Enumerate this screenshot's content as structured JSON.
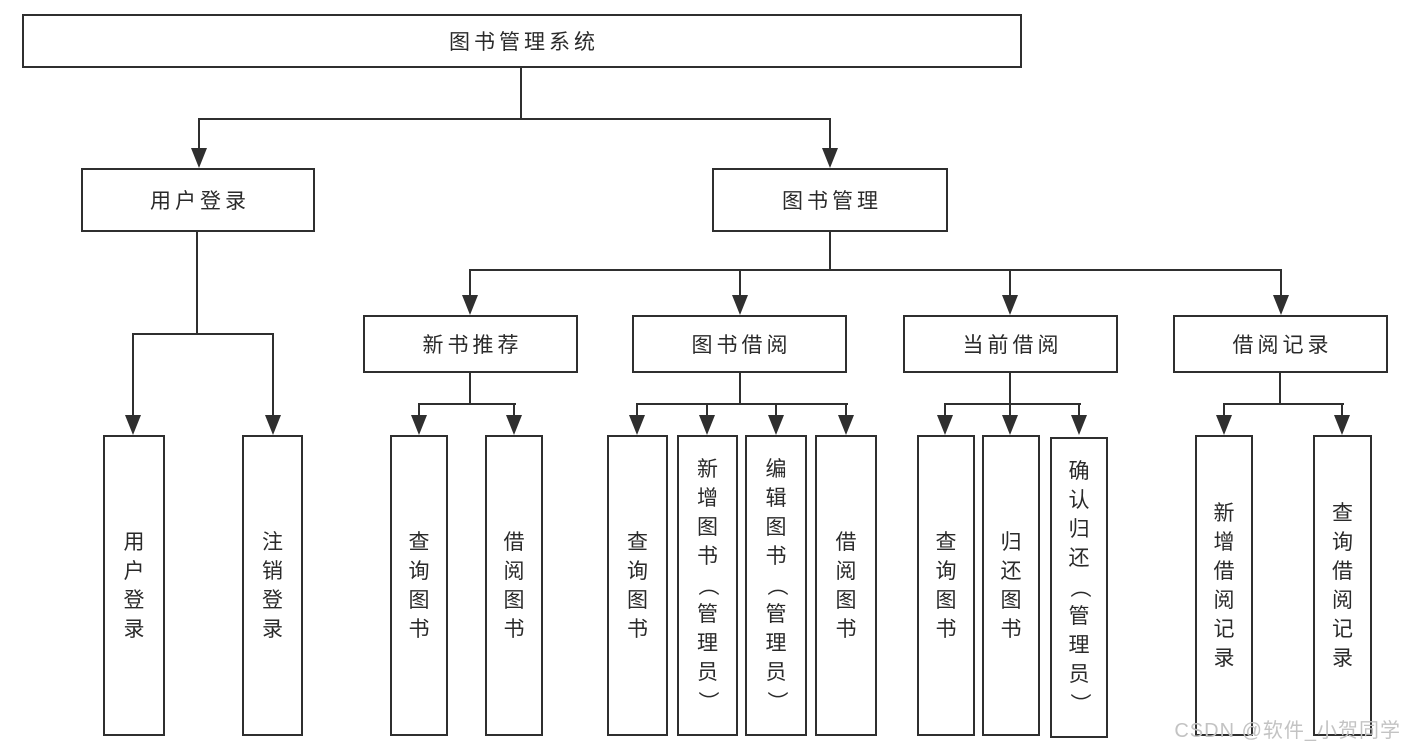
{
  "diagram": {
    "root": {
      "label": "图书管理系统"
    },
    "branches": [
      {
        "label": "用户登录",
        "children": [
          {
            "label": "用户登录"
          },
          {
            "label": "注销登录"
          }
        ]
      },
      {
        "label": "图书管理",
        "children": [
          {
            "label": "新书推荐",
            "children": [
              {
                "label": "查询图书"
              },
              {
                "label": "借阅图书"
              }
            ]
          },
          {
            "label": "图书借阅",
            "children": [
              {
                "label": "查询图书"
              },
              {
                "label": "新增图书（管理员）"
              },
              {
                "label": "编辑图书（管理员）"
              },
              {
                "label": "借阅图书"
              }
            ]
          },
          {
            "label": "当前借阅",
            "children": [
              {
                "label": "查询图书"
              },
              {
                "label": "归还图书"
              },
              {
                "label": "确认归还（管理员）"
              }
            ]
          },
          {
            "label": "借阅记录",
            "children": [
              {
                "label": "新增借阅记录"
              },
              {
                "label": "查询借阅记录"
              }
            ]
          }
        ]
      }
    ]
  },
  "watermark": {
    "text": "CSDN @软件_小贺同学"
  },
  "colors": {
    "background": "#ffffff",
    "box_fill": "#ffffff",
    "box_border": "#2f2f2f",
    "line": "#2f2f2f",
    "text": "#2a2a2a",
    "watermark": "#c3c3c3"
  }
}
